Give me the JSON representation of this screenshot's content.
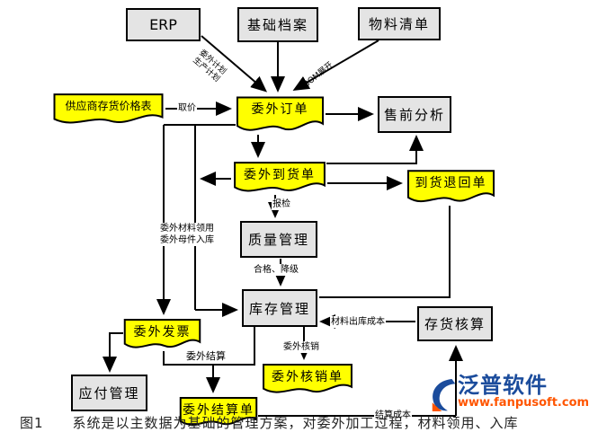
{
  "nodes": {
    "erp": "ERP",
    "basic_archive": "基础档案",
    "material_list": "物料清单",
    "supplier_price": "供应商存货价格表",
    "outsource_order": "委外订单",
    "presale_analysis": "售前分析",
    "arrival_note": "委外到货单",
    "arrival_return": "到货退回单",
    "quality": "质量管理",
    "inventory": "库存管理",
    "stock_accounting": "存货核算",
    "invoice": "委外发票",
    "payable": "应付管理",
    "settlement_doc": "委外结算单",
    "writeoff_doc": "委外核销单"
  },
  "edge_labels": {
    "plan_line1": "委外计划",
    "plan_line2": "生产计划",
    "bom": "BOM展开",
    "qujia": "取价",
    "baojian": "报检",
    "hege": "合格、降级",
    "material_line1": "委外材料领用",
    "material_line2": "委外母件入库",
    "weiwai_jiesuan": "委外结算",
    "weiwai_hexiao": "委外核销",
    "cailiao_chuku": "材料出库成本",
    "jiesuan_chengben": "结算成本"
  },
  "logo": {
    "name": "泛普软件",
    "url": "www.fanpusoft.com"
  },
  "caption": "图1　　系统是以主数据为基础的管理方案，对委外加工过程，材料领用、入库",
  "colors": {
    "doc_fill": "#ffff00",
    "box_fill": "#e4e4e4",
    "logo_blue": "#1b4c9c",
    "logo_orange": "#ff5500"
  }
}
